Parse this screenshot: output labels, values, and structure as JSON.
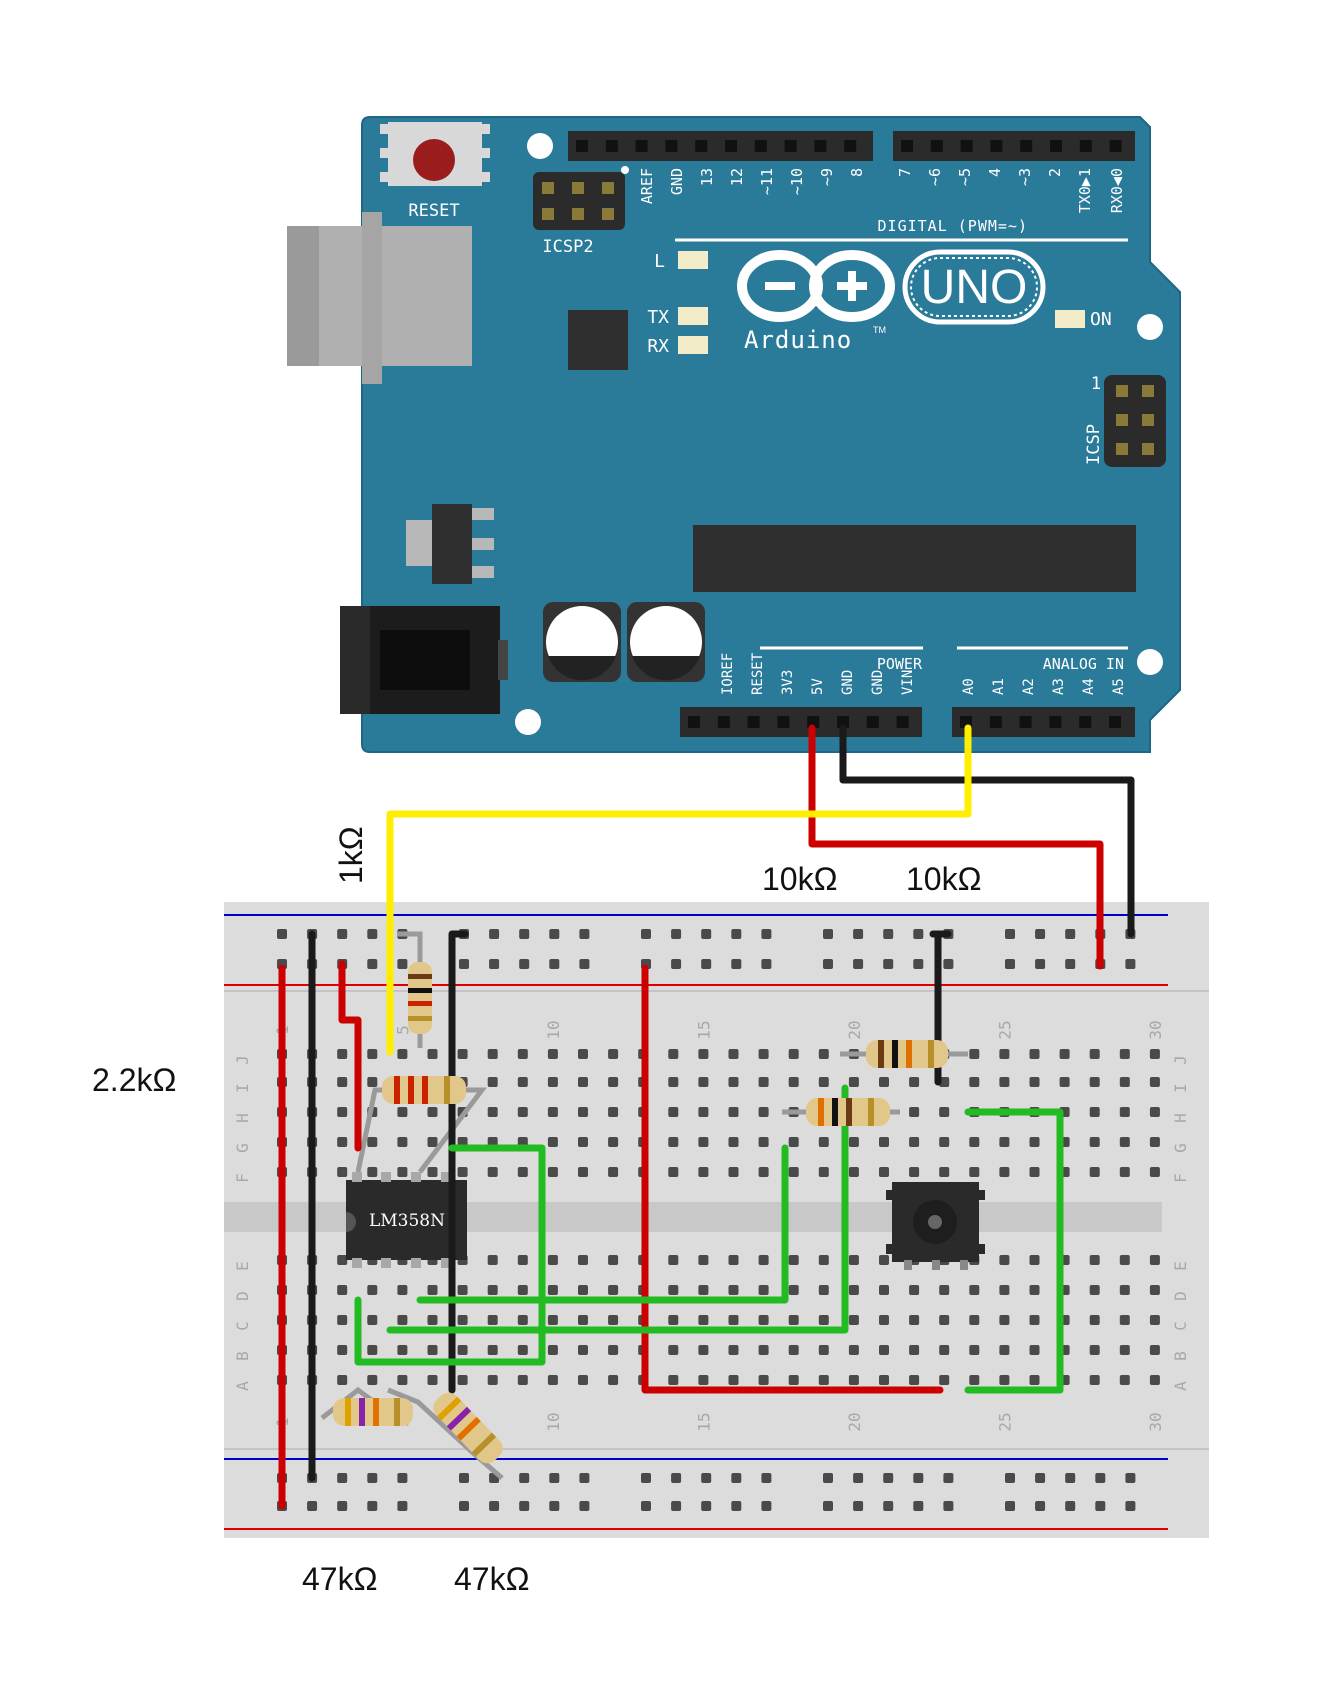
{
  "board": {
    "reset_label": "RESET",
    "icsp2_label": "ICSP2",
    "icsp_label": "ICSP",
    "icsp_pin1": "1",
    "logo_text": "Arduino",
    "logo_tm": "TM",
    "model": "UNO",
    "led_l": "L",
    "led_tx": "TX",
    "led_rx": "RX",
    "led_on": "ON",
    "digital_label": "DIGITAL (PWM=~)",
    "power_label": "POWER",
    "analog_label": "ANALOG IN",
    "digital_pins_left": [
      "AREF",
      "GND",
      "13",
      "12",
      "~11",
      "~10",
      "~9",
      "8"
    ],
    "digital_pins_right": [
      "7",
      "~6",
      "~5",
      "4",
      "~3",
      "2",
      "TX0▶1",
      "RX0◀0"
    ],
    "power_pins": [
      "IOREF",
      "RESET",
      "3V3",
      "5V",
      "GND",
      "GND",
      "VIN"
    ],
    "analog_pins": [
      "A0",
      "A1",
      "A2",
      "A3",
      "A4",
      "A5"
    ]
  },
  "breadboard": {
    "row_letters_top": [
      "J",
      "I",
      "H",
      "G",
      "F"
    ],
    "row_letters_bottom": [
      "E",
      "D",
      "C",
      "B",
      "A"
    ],
    "column_numbers": [
      "1",
      "5",
      "10",
      "15",
      "20",
      "25",
      "30"
    ]
  },
  "components": {
    "ic_label": "LM358N"
  },
  "labels": {
    "r_1k": "1kΩ",
    "r_10k_a": "10kΩ",
    "r_10k_b": "10kΩ",
    "r_2k2": "2.2kΩ",
    "r_47k_a": "47kΩ",
    "r_47k_b": "47kΩ"
  },
  "colors": {
    "board": "#2a7a9a",
    "header": "#2b2b2b",
    "wire_red": "#cc0000",
    "wire_black": "#1a1a1a",
    "wire_yellow": "#ffee00",
    "wire_green": "#22bb22",
    "rail_red": "#dd0000",
    "rail_blue": "#0000cc",
    "breadboard": "#dcdcdc"
  }
}
